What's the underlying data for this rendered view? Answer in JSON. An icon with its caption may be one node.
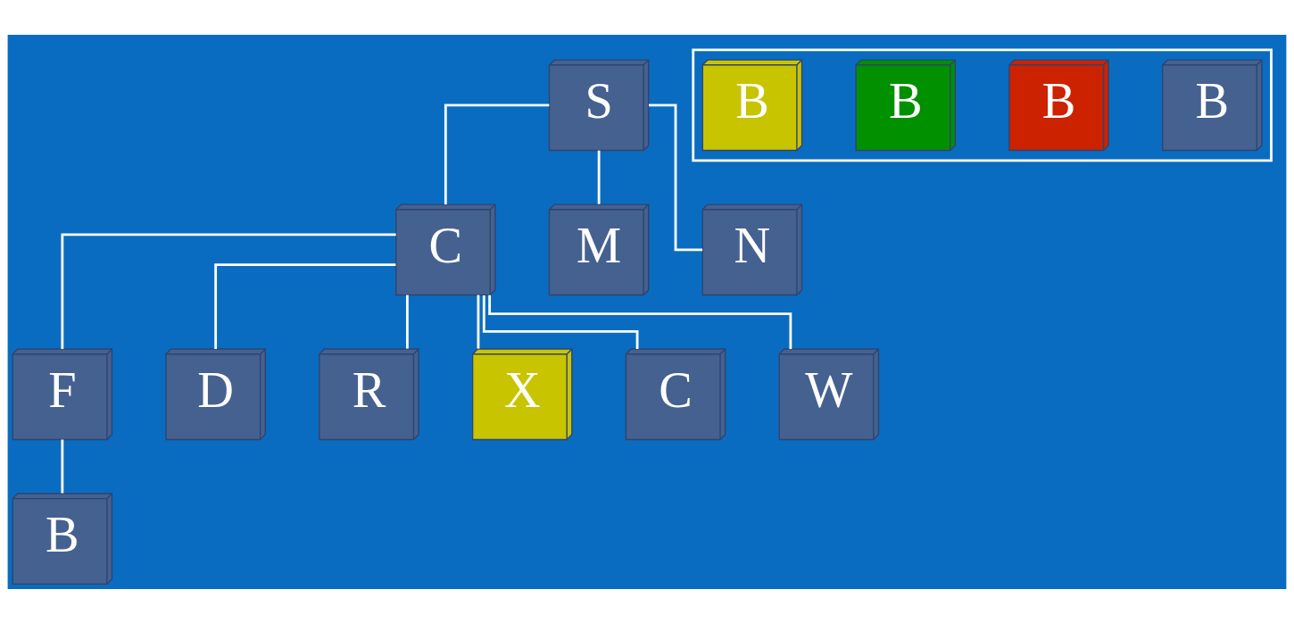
{
  "diagram": {
    "nodes": [
      {
        "text": [
          "S"
        ]
      },
      {
        "text": [
          "C"
        ]
      },
      {
        "text": [
          "M"
        ]
      },
      {
        "text": [
          "N"
        ]
      },
      {
        "text": [
          "F"
        ]
      },
      {
        "text": [
          "D"
        ]
      },
      {
        "text": [
          "R"
        ]
      },
      {
        "text": [
          "X"
        ]
      },
      {
        "text": [
          "C"
        ]
      },
      {
        "text": [
          "W"
        ]
      },
      {
        "text": [
          "B"
        ]
      },
      {
        "text": [],
        "shape": "box"
      },
      {
        "text": [
          "B"
        ],
        "in": 11
      },
      {
        "text": [
          "B"
        ],
        "in": 11
      },
      {
        "text": [
          "B"
        ],
        "in": 11
      },
      {
        "text": [
          "B"
        ],
        "in": 11
      }
    ],
    "edges": [
      {
        "from": 0,
        "to": 1,
        "arrow": "none"
      },
      {
        "from": 0,
        "to": 2,
        "arrow": "none"
      },
      {
        "from": 0,
        "to": 3,
        "arrow": "none"
      },
      {
        "from": 1,
        "to": 4,
        "arrow": "none"
      },
      {
        "from": 1,
        "to": 5,
        "arrow": "none"
      },
      {
        "from": 1,
        "to": 6,
        "arrow": "none"
      },
      {
        "from": 1,
        "to": 7,
        "arrow": "none"
      },
      {
        "from": 1,
        "to": 8,
        "arrow": "none"
      },
      {
        "from": 1,
        "to": 9,
        "arrow": "none"
      },
      {
        "from": 4,
        "to": 10,
        "arrow": "none"
      }
    ]
  }
}
